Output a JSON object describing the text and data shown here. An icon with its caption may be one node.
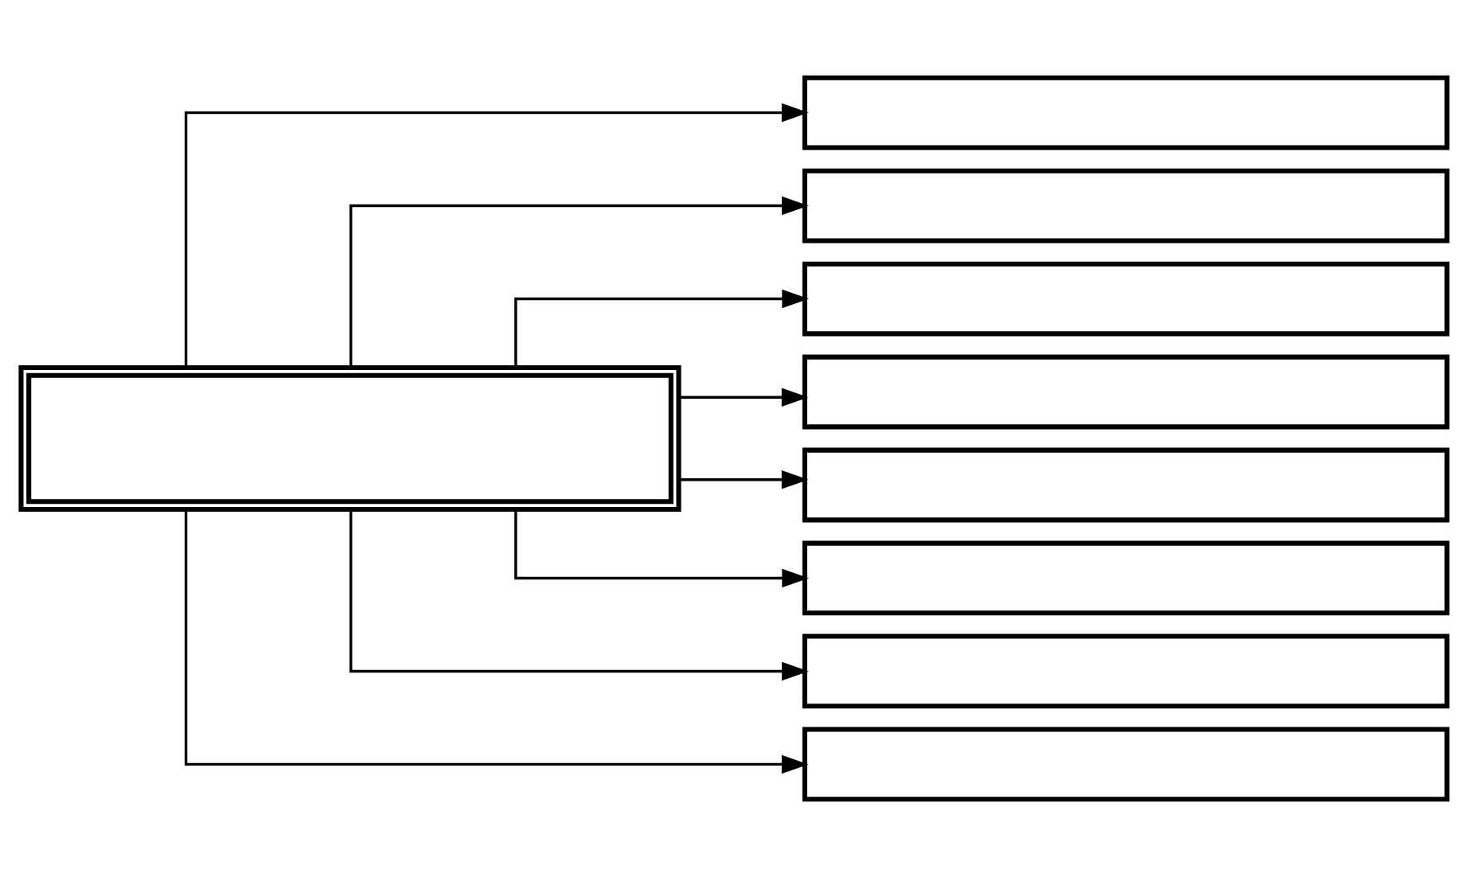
{
  "diagram": {
    "nodes": [
      {
        "text": [],
        "shape": "box"
      },
      {
        "text": [],
        "shape": "box"
      },
      {
        "text": [],
        "shape": "box"
      },
      {
        "text": [],
        "shape": "box"
      },
      {
        "text": [],
        "shape": "box"
      },
      {
        "text": [],
        "shape": "box"
      },
      {
        "text": [],
        "shape": "box"
      },
      {
        "text": [],
        "shape": "box"
      },
      {
        "text": [],
        "shape": "box"
      }
    ],
    "edges": [
      {
        "from": 0,
        "to": 1,
        "arrow": "to"
      },
      {
        "from": 0,
        "to": 2,
        "arrow": "to"
      },
      {
        "from": 0,
        "to": 3,
        "arrow": "to"
      },
      {
        "from": 0,
        "to": 4,
        "arrow": "to"
      },
      {
        "from": 0,
        "to": 5,
        "arrow": "to"
      },
      {
        "from": 0,
        "to": 6,
        "arrow": "to"
      },
      {
        "from": 0,
        "to": 7,
        "arrow": "to"
      },
      {
        "from": 0,
        "to": 8,
        "arrow": "to"
      }
    ]
  }
}
